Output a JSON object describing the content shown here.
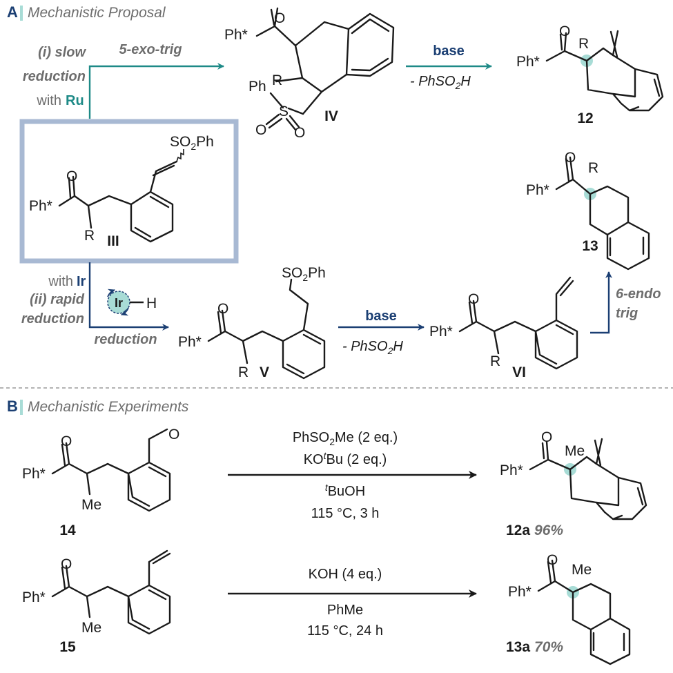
{
  "colors": {
    "teal": "#1e8a87",
    "navy": "#1b3f73",
    "box": "#a8b9d3",
    "highlight": "#a8dcd6",
    "grey": "#6d6d6d"
  },
  "section_a": {
    "letter": "A",
    "title": "Mechanistic Proposal"
  },
  "section_b": {
    "letter": "B",
    "title": "Mechanistic Experiments"
  },
  "upper_path": {
    "line1": "(i) slow",
    "line2": "reduction",
    "line3_pre": "with",
    "line3_metal": "Ru",
    "arrow_label": "5-exo-trig"
  },
  "lower_path": {
    "line1_pre": "with",
    "line1_metal": "Ir",
    "line2": "(ii) rapid",
    "line3": "reduction",
    "arrow_label": "reduction",
    "catalyst_metal": "Ir",
    "catalyst_hydride": "H"
  },
  "base_arrows": {
    "top_label": "base",
    "top_sub": "- PhSO",
    "sub_num": "2",
    "sub_tail": "H",
    "bottom_label": "base"
  },
  "cyclization": {
    "line1": "6-endo",
    "line2": "trig"
  },
  "atoms": {
    "ph_star": "Ph*",
    "ph": "Ph",
    "o": "O",
    "s": "S",
    "r": "R",
    "me": "Me",
    "so2ph_a": "SO",
    "so2ph_b": "2",
    "so2ph_c": "Ph"
  },
  "compounds": {
    "III": "III",
    "IV": "IV",
    "V": "V",
    "VI": "VI",
    "c12": "12",
    "c13": "13",
    "c14": "14",
    "c15": "15",
    "c12a": "12a",
    "c13a": "13a"
  },
  "yields": {
    "y12a": "96%",
    "y13a": "70%"
  },
  "reaction1": {
    "reagent1_a": "PhSO",
    "reagent1_b": "2",
    "reagent1_c": "Me (2 eq.)",
    "reagent2_a": "KO",
    "reagent2_b": "t",
    "reagent2_c": "Bu (2 eq.)",
    "solvent_a": "t",
    "solvent_b": "BuOH",
    "conditions": "115 °C, 3 h"
  },
  "reaction2": {
    "reagent": "KOH (4 eq.)",
    "solvent": "PhMe",
    "conditions": "115 °C, 24 h"
  }
}
